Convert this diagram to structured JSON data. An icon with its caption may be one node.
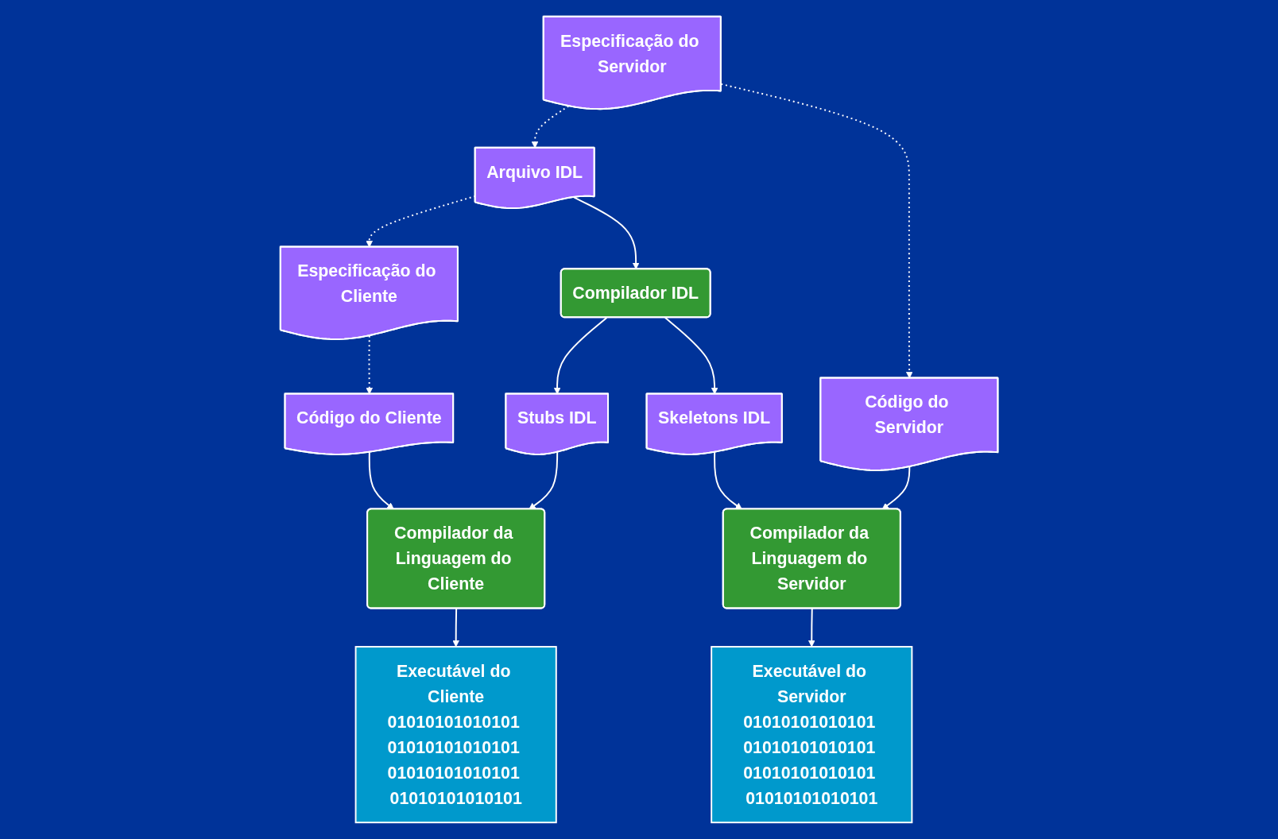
{
  "diagram": {
    "nodes": [
      {
        "text": [
          "Especificação do Cliente"
        ]
      },
      {
        "text": [
          "Arquivo IDL"
        ]
      },
      {
        "text": [
          "Especificação do Servidor"
        ]
      },
      {
        "text": [
          "Compilador IDL"
        ]
      },
      {
        "text": [
          "Código do Cliente"
        ]
      },
      {
        "text": [
          "Stubs IDL"
        ]
      },
      {
        "text": [
          "Skeletons IDL"
        ]
      },
      {
        "text": [
          "Código do Servidor"
        ]
      },
      {
        "text": [
          "Compilador da Linguagem do Cliente"
        ]
      },
      {
        "text": [
          "Compilador da Linguagem do Servidor"
        ]
      },
      {
        "text": [
          "Executável do Cliente",
          "01010101010101 01010101010101 01010101010101 01010101010101"
        ]
      },
      {
        "text": [
          "Executável do Servidor",
          "01010101010101 01010101010101 01010101010101 01010101010101"
        ]
      }
    ],
    "edges": [
      {
        "from": 1,
        "to": 0,
        "arrow": "to",
        "style": "dashed"
      },
      {
        "from": 2,
        "to": 1,
        "arrow": "to",
        "style": "dashed"
      },
      {
        "from": 1,
        "to": 3,
        "arrow": "to"
      },
      {
        "from": 0,
        "to": 4,
        "arrow": "to",
        "style": "dashed"
      },
      {
        "from": 2,
        "to": 7,
        "arrow": "to",
        "style": "dashed"
      },
      {
        "from": 3,
        "to": 5,
        "arrow": "to"
      },
      {
        "from": 3,
        "to": 6,
        "arrow": "to"
      },
      {
        "from": 4,
        "to": 8,
        "arrow": "to"
      },
      {
        "from": 5,
        "to": 8,
        "arrow": "to"
      },
      {
        "from": 6,
        "to": 9,
        "arrow": "to"
      },
      {
        "from": 7,
        "to": 9,
        "arrow": "to"
      },
      {
        "from": 8,
        "to": 10,
        "arrow": "to"
      },
      {
        "from": 9,
        "to": 11,
        "arrow": "to"
      }
    ]
  }
}
